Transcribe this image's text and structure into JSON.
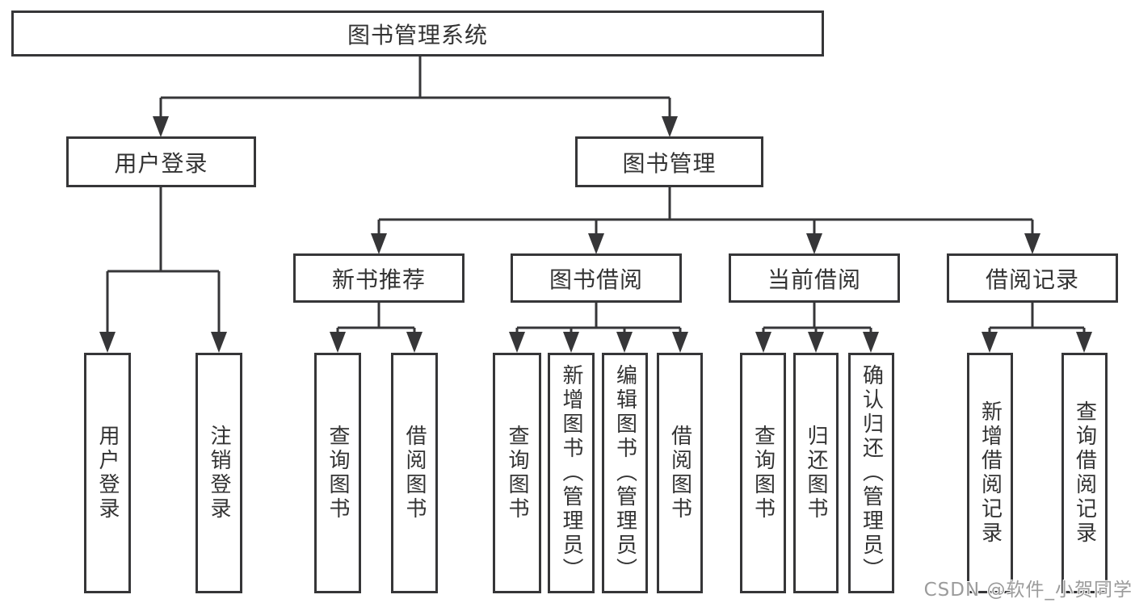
{
  "diagram": {
    "root": {
      "label": "图书管理系统"
    },
    "level2": [
      {
        "label": "用户登录"
      },
      {
        "label": "图书管理"
      }
    ],
    "level3": [
      {
        "label": "新书推荐"
      },
      {
        "label": "图书借阅"
      },
      {
        "label": "当前借阅"
      },
      {
        "label": "借阅记录"
      }
    ],
    "leaves": {
      "user_login": [
        {
          "label": "用户登录"
        },
        {
          "label": "注销登录"
        }
      ],
      "new_book_rec": [
        {
          "label": "查询图书"
        },
        {
          "label": "借阅图书"
        }
      ],
      "book_borrow": [
        {
          "label": "查询图书"
        },
        {
          "label": "新增图书（管理员）"
        },
        {
          "label": "编辑图书（管理员）"
        },
        {
          "label": "借阅图书"
        }
      ],
      "current_borrow": [
        {
          "label": "查询图书"
        },
        {
          "label": "归还图书"
        },
        {
          "label": "确认归还（管理员）"
        }
      ],
      "borrow_record": [
        {
          "label": "新增借阅记录"
        },
        {
          "label": "查询借阅记录"
        }
      ]
    },
    "watermark": "CSDN @软件_小贺同学",
    "colors": {
      "line": "#363638",
      "text": "#333333",
      "watermark": "#9b9b9b",
      "background": "#ffffff"
    }
  }
}
